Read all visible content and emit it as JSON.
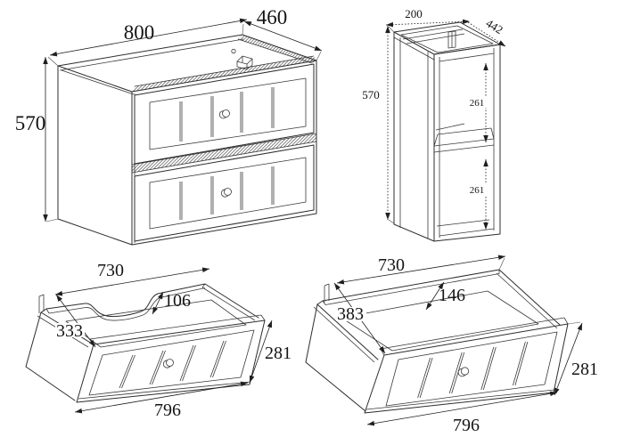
{
  "drawing": {
    "background": "#ffffff",
    "line_color": "#2d2d2d",
    "views": {
      "cabinet": {
        "width": "800",
        "depth": "460",
        "height": "570"
      },
      "open_unit": {
        "width": "200",
        "depth": "442",
        "height": "570",
        "upper_compartment": "261",
        "lower_compartment": "261"
      },
      "sink_drawer": {
        "inner_width": "730",
        "cutout_depth": "106",
        "side_depth": "333",
        "front_height": "281",
        "front_width": "796"
      },
      "plain_drawer": {
        "inner_width": "730",
        "back_height": "146",
        "side_depth": "383",
        "front_height": "281",
        "front_width": "796"
      }
    }
  }
}
